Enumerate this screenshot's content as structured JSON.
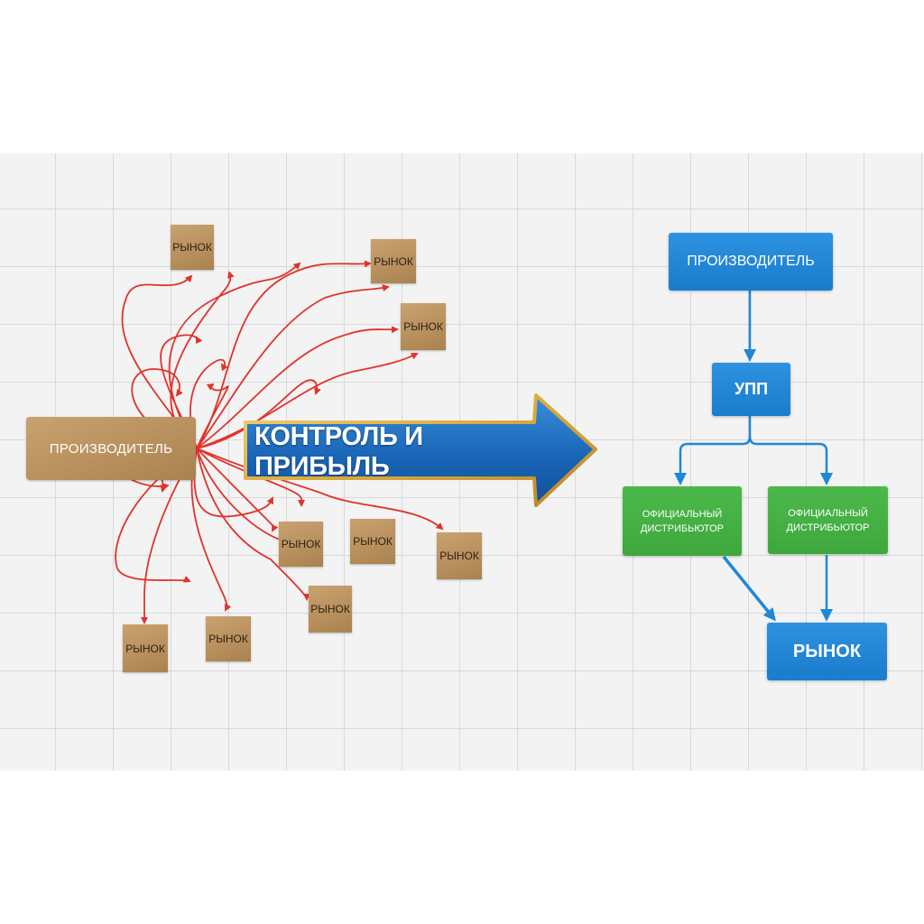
{
  "left": {
    "producer_label": "ПРОИЗВОДИТЕЛЬ",
    "markets": [
      "РЫНОК",
      "РЫНОК",
      "РЫНОК",
      "РЫНОК",
      "РЫНОК",
      "РЫНОК",
      "РЫНОК",
      "РЫНОК",
      "РЫНОК"
    ]
  },
  "center": {
    "arrow_label": "КОНТРОЛЬ И ПРИБЫЛЬ"
  },
  "right": {
    "producer_label": "ПРОИЗВОДИТЕЛЬ",
    "upp_label": "УПП",
    "distributor_1": "ОФИЦИАЛЬНЫЙ ДИСТРИБЬЮТОР",
    "distributor_2": "ОФИЦИАЛЬНЫЙ ДИСТРИБЬЮТОР",
    "market_label": "РЫНОК"
  },
  "colors": {
    "chaos_arrows": "#e0332b",
    "kraft_box": "#b78f5c",
    "blue_box": "#1f86d6",
    "green_box": "#43ad41",
    "flow_arrow": "#1e88d8"
  }
}
